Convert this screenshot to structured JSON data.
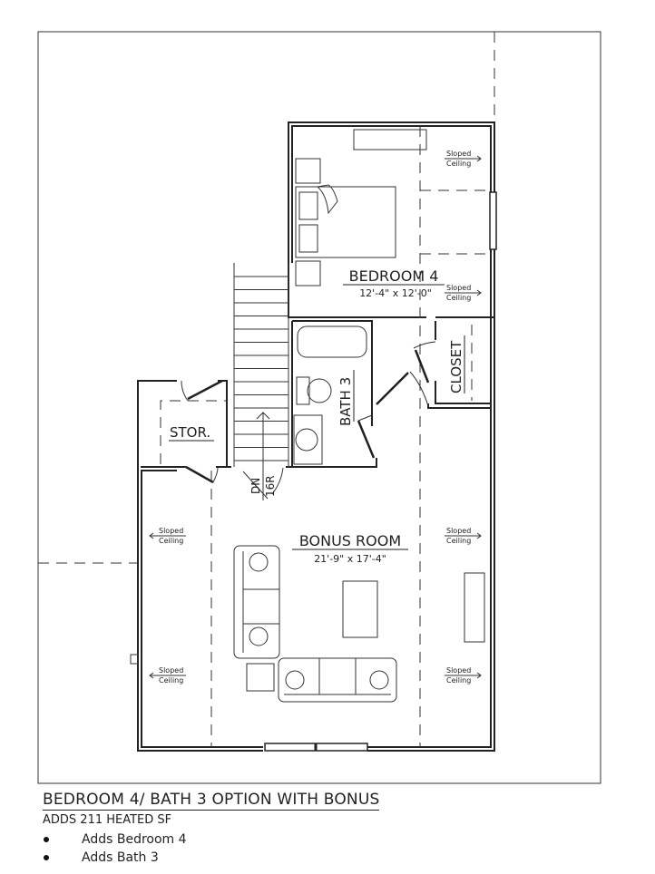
{
  "plan": {
    "rooms": {
      "bedroom4": {
        "name": "BEDROOM 4",
        "size": "12'-4\" x 12'-0\""
      },
      "bath3": {
        "name": "BATH 3"
      },
      "closet": {
        "name": "CLOSET"
      },
      "storage": {
        "name": "STOR."
      },
      "bonus": {
        "name": "BONUS ROOM",
        "size": "21'-9\" x 17'-4\""
      }
    },
    "stairs": {
      "dn": "DN",
      "risers": "16R"
    },
    "sloped": {
      "line1": "Sloped",
      "line2": "Ceiling"
    }
  },
  "caption": {
    "title": "BEDROOM 4/ BATH 3 OPTION WITH BONUS",
    "subtitle": "ADDS 211 HEATED SF",
    "bullets": [
      "Adds Bedroom 4",
      "Adds Bath 3"
    ]
  }
}
